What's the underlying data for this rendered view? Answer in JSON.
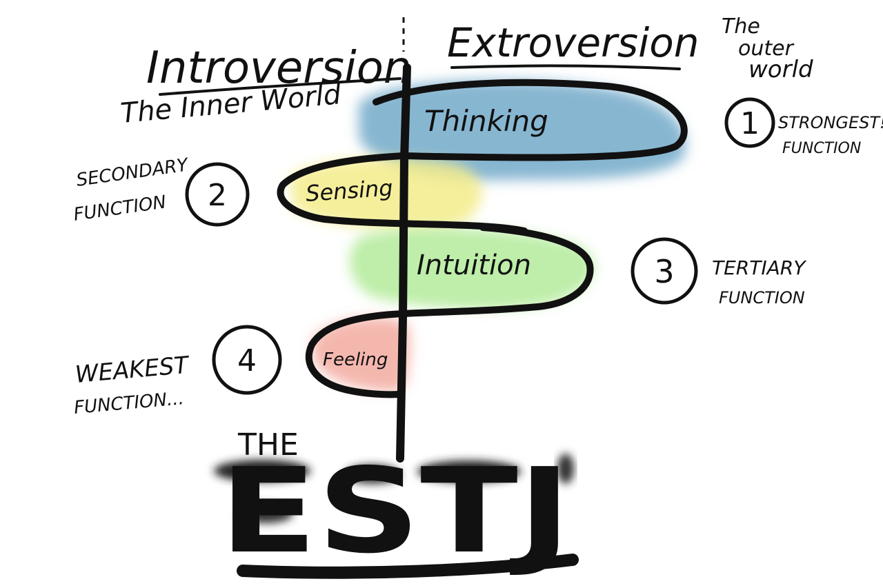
{
  "header": {
    "introversion": "Introversion",
    "inner_world": "The Inner World",
    "extroversion": "Extroversion",
    "outer_world_line1": "The",
    "outer_world_line2": "outer",
    "outer_world_line3": "world"
  },
  "functions": [
    {
      "name": "Thinking",
      "rank": "1",
      "note_line1": "STRONGEST!",
      "note_line2": "FUNCTION",
      "color": "#6fa6c8"
    },
    {
      "name": "Sensing",
      "rank": "2",
      "note_line1": "SECONDARY",
      "note_line2": "FUNCTION",
      "color": "#f5ee9a"
    },
    {
      "name": "Intuition",
      "rank": "3",
      "note_line1": "TERTIARY",
      "note_line2": "FUNCTION",
      "color": "#bdeea6"
    },
    {
      "name": "Feeling",
      "rank": "4",
      "note_line1": "WEAKEST",
      "note_line2": "FUNCTION...",
      "color": "#f4b7ad"
    }
  ],
  "type_label": {
    "the": "THE",
    "type": "ESTJ"
  }
}
